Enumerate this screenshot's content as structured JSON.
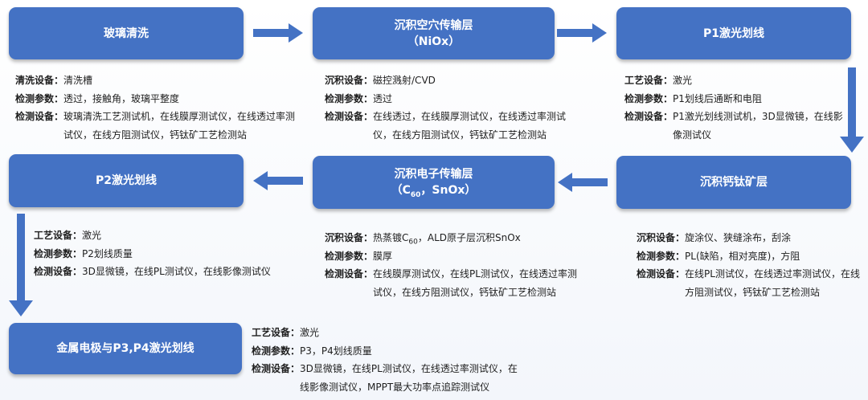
{
  "steps": {
    "s1": {
      "title": "玻璃清洗"
    },
    "s2": {
      "title": "沉积空穴传输层",
      "subtitle": "（NiOx）"
    },
    "s3": {
      "title": "P1激光划线"
    },
    "s4": {
      "title": "沉积钙钛矿层"
    },
    "s5": {
      "title": "沉积电子传输层",
      "subtitle_pre": "（C",
      "subtitle_sub": "60",
      "subtitle_post": "，SnOx）"
    },
    "s6": {
      "title": "P2激光划线"
    },
    "s7": {
      "title": "金属电极与P3,P4激光划线"
    }
  },
  "info": {
    "s1": [
      {
        "label": "清洗设备：",
        "value": "清洗槽"
      },
      {
        "label": "检测参数：",
        "value": "透过，接触角，玻璃平整度"
      },
      {
        "label": "检测设备：",
        "value": "玻璃清洗工艺测试机，在线膜厚测试仪，在线透过率测试仪，在线方阻测试仪，钙钛矿工艺检测站"
      }
    ],
    "s2": [
      {
        "label": "沉积设备：",
        "value": "磁控溅射/CVD"
      },
      {
        "label": "检测参数：",
        "value": "透过"
      },
      {
        "label": "检测设备：",
        "value": "在线透过，在线膜厚测试仪，在线透过率测试仪，在线方阻测试仪，钙钛矿工艺检测站"
      }
    ],
    "s3": [
      {
        "label": "工艺设备：",
        "value": "激光"
      },
      {
        "label": "检测参数：",
        "value": "P1划线后通断和电阻"
      },
      {
        "label": "检测设备：",
        "value": "P1激光划线测试机，3D显微镜，在线影像测试仪"
      }
    ],
    "s4": [
      {
        "label": "沉积设备：",
        "value": "旋涂仪、狭缝涂布，刮涂"
      },
      {
        "label": "检测参数：",
        "value": "PL(缺陷，相对亮度)，方阻"
      },
      {
        "label": "检测设备：",
        "value": "在线PL测试仪，在线透过率测试仪，在线方阻测试仪，钙钛矿工艺检测站"
      }
    ],
    "s5": [
      {
        "label": "沉积设备：",
        "value_pre": "热蒸镀C",
        "value_sub": "60",
        "value_post": "，ALD原子层沉积SnOx"
      },
      {
        "label": "检测参数：",
        "value": "膜厚"
      },
      {
        "label": "检测设备：",
        "value": "在线膜厚测试仪，在线PL测试仪，在线透过率测试仪，在线方阻测试仪，钙钛矿工艺检测站"
      }
    ],
    "s6": [
      {
        "label": "工艺设备：",
        "value": "激光"
      },
      {
        "label": "检测参数：",
        "value": "P2划线质量"
      },
      {
        "label": "检测设备：",
        "value": "3D显微镜，在线PL测试仪，在线影像测试仪"
      }
    ],
    "s7": [
      {
        "label": "工艺设备：",
        "value": "激光"
      },
      {
        "label": "检测参数：",
        "value": "P3，P4划线质量"
      },
      {
        "label": "检测设备：",
        "value": "3D显微镜，在线PL测试仪，在线透过率测试仪，在线影像测试仪，MPPT最大功率点追踪测试仪"
      }
    ]
  },
  "colors": {
    "box": "#4472c4",
    "box_text": "#ffffff"
  }
}
